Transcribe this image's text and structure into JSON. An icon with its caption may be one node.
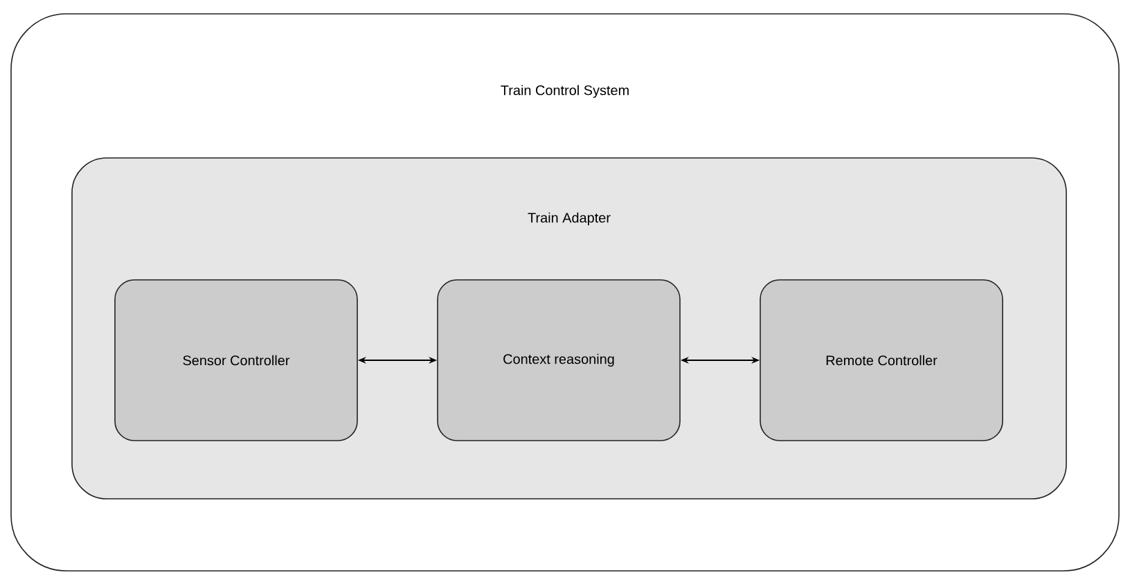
{
  "diagram": {
    "nodes": [
      {
        "text": [
          "Train Control System"
        ]
      },
      {
        "text": [
          "Train Adapter"
        ],
        "in": 0
      },
      {
        "text": [
          "Sensor Controller"
        ],
        "in": 1
      },
      {
        "text": [
          "Context reasoning"
        ],
        "in": 1
      },
      {
        "text": [
          "Remote Controller"
        ],
        "in": 1
      }
    ],
    "edges": [
      {
        "from": 2,
        "to": 3,
        "arrow": "both"
      },
      {
        "from": 3,
        "to": 4,
        "arrow": "both"
      }
    ]
  }
}
